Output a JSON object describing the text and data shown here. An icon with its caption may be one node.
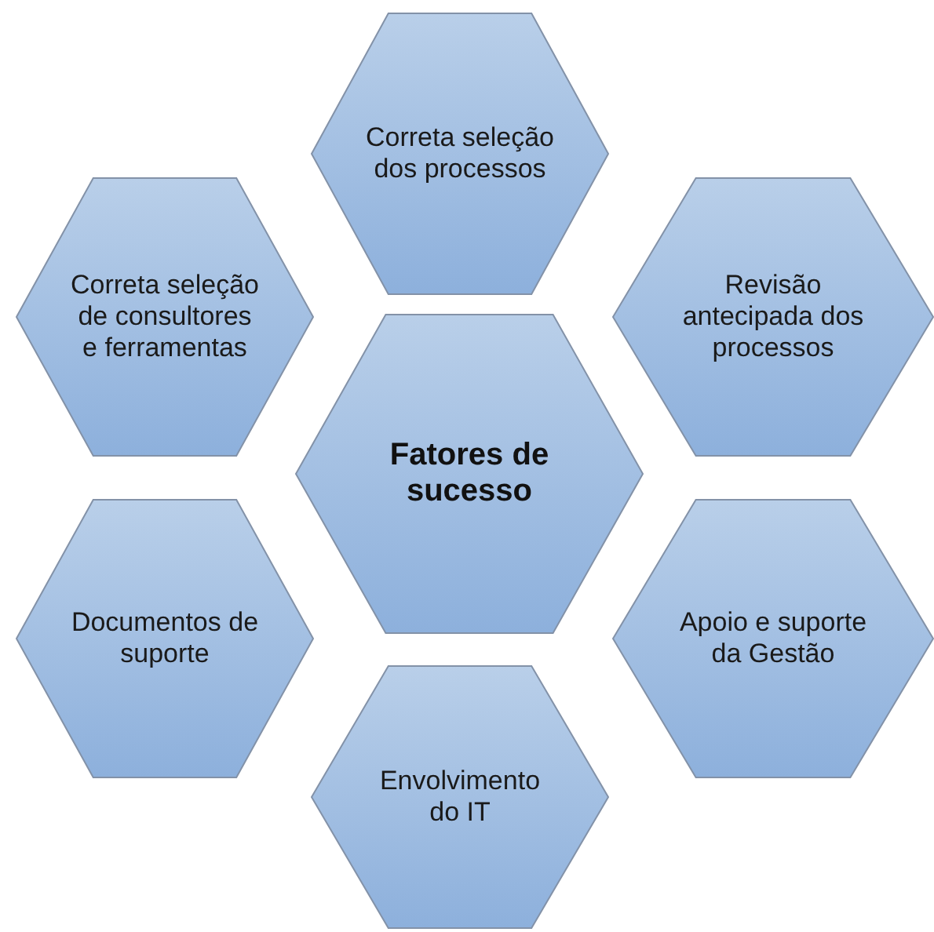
{
  "diagram": {
    "nodes": [
      {
        "text": [
          "Correta seleção dos processos"
        ]
      },
      {
        "text": [
          "Correta seleção de consultores e ferramentas"
        ]
      },
      {
        "text": [
          "Revisão antecipada dos processos"
        ]
      },
      {
        "text": [
          "Fatores de sucesso"
        ]
      },
      {
        "text": [
          "Documentos de suporte"
        ]
      },
      {
        "text": [
          "Apoio e suporte da Gestão"
        ]
      },
      {
        "text": [
          "Envolvimento do IT"
        ]
      }
    ],
    "edges": []
  }
}
